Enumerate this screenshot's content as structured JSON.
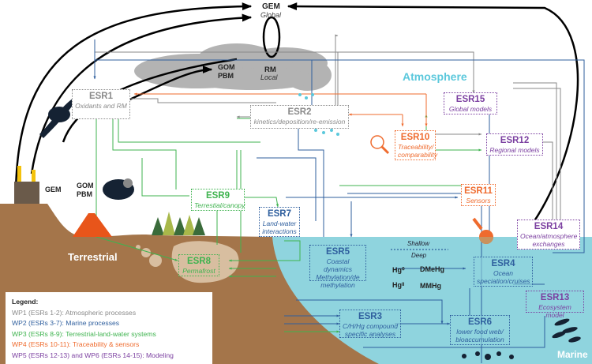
{
  "regions": {
    "atmosphere": "Atmosphere",
    "terrestrial": "Terrestrial",
    "marine": "Marine"
  },
  "species": {
    "gem_global_title": "GEM",
    "gem_global_sub": "Global",
    "rm_title": "RM",
    "rm_sub": "Local",
    "gom": "GOM",
    "pbm": "PBM",
    "source_gem": "GEM",
    "source_gom": "GOM",
    "source_pbm": "PBM",
    "hg0": "Hg⁰",
    "hgII": "Hgᴵᴵ",
    "dmehg": "DMeHg",
    "mmhg": "MMHg",
    "shallow": "Shallow",
    "deep": "Deep"
  },
  "boxes": [
    {
      "id": "ESR1",
      "sub": "Oxidants and RM",
      "wp": "wp1"
    },
    {
      "id": "ESR2",
      "sub": "kinetics/deposition/re-emission",
      "wp": "wp1"
    },
    {
      "id": "ESR3",
      "sub": "C/H/Hg compound specific analyses",
      "wp": "wp2"
    },
    {
      "id": "ESR4",
      "sub": "Ocean speciation/cruises",
      "wp": "wp2"
    },
    {
      "id": "ESR5",
      "sub": "Coastal dynamics Methylation/de methylation",
      "wp": "wp2"
    },
    {
      "id": "ESR6",
      "sub": "lower food web/ bioaccumulation",
      "wp": "wp2"
    },
    {
      "id": "ESR7",
      "sub": "Land-water interactions",
      "wp": "wp2"
    },
    {
      "id": "ESR8",
      "sub": "Permafrost",
      "wp": "wp3"
    },
    {
      "id": "ESR9",
      "sub": "Terrestial/canopy",
      "wp": "wp3"
    },
    {
      "id": "ESR10",
      "sub": "Traceability/ comparability",
      "wp": "wp4"
    },
    {
      "id": "ESR11",
      "sub": "Sensors",
      "wp": "wp4"
    },
    {
      "id": "ESR12",
      "sub": "Regional models",
      "wp": "wp5"
    },
    {
      "id": "ESR13",
      "sub": "Ecosystem model",
      "wp": "wp5"
    },
    {
      "id": "ESR14",
      "sub": "Ocean/atmosphere exchanges",
      "wp": "wp5"
    },
    {
      "id": "ESR15",
      "sub": "Global models",
      "wp": "wp5"
    }
  ],
  "colors": {
    "wp1": "#8a8a8a",
    "wp2": "#2f5f9e",
    "wp3": "#3fb34f",
    "wp4": "#ef6b2e",
    "wp5": "#7b3fa0",
    "atmosphere_label": "#5bc8dc",
    "sea": "#8fd4de",
    "land": "#a4754a",
    "cloud": "#b3b3b3"
  },
  "legend": {
    "title": "Legend:",
    "items": [
      {
        "text": "WP1 (ESRs 1-2): Atmospheric processes",
        "wp": "wp1"
      },
      {
        "text": "WP2 (ESRs 3-7): Marine processes",
        "wp": "wp2"
      },
      {
        "text": "WP3 (ESRs 8-9): Terrestrial-land-water systems",
        "wp": "wp3"
      },
      {
        "text": "WP4 (ESRs 10-11): Traceability & sensors",
        "wp": "wp4"
      },
      {
        "text": "WP5 (ESRs 12-13) and WP6 (ESRs 14-15): Modeling",
        "wp": "wp5"
      }
    ]
  }
}
